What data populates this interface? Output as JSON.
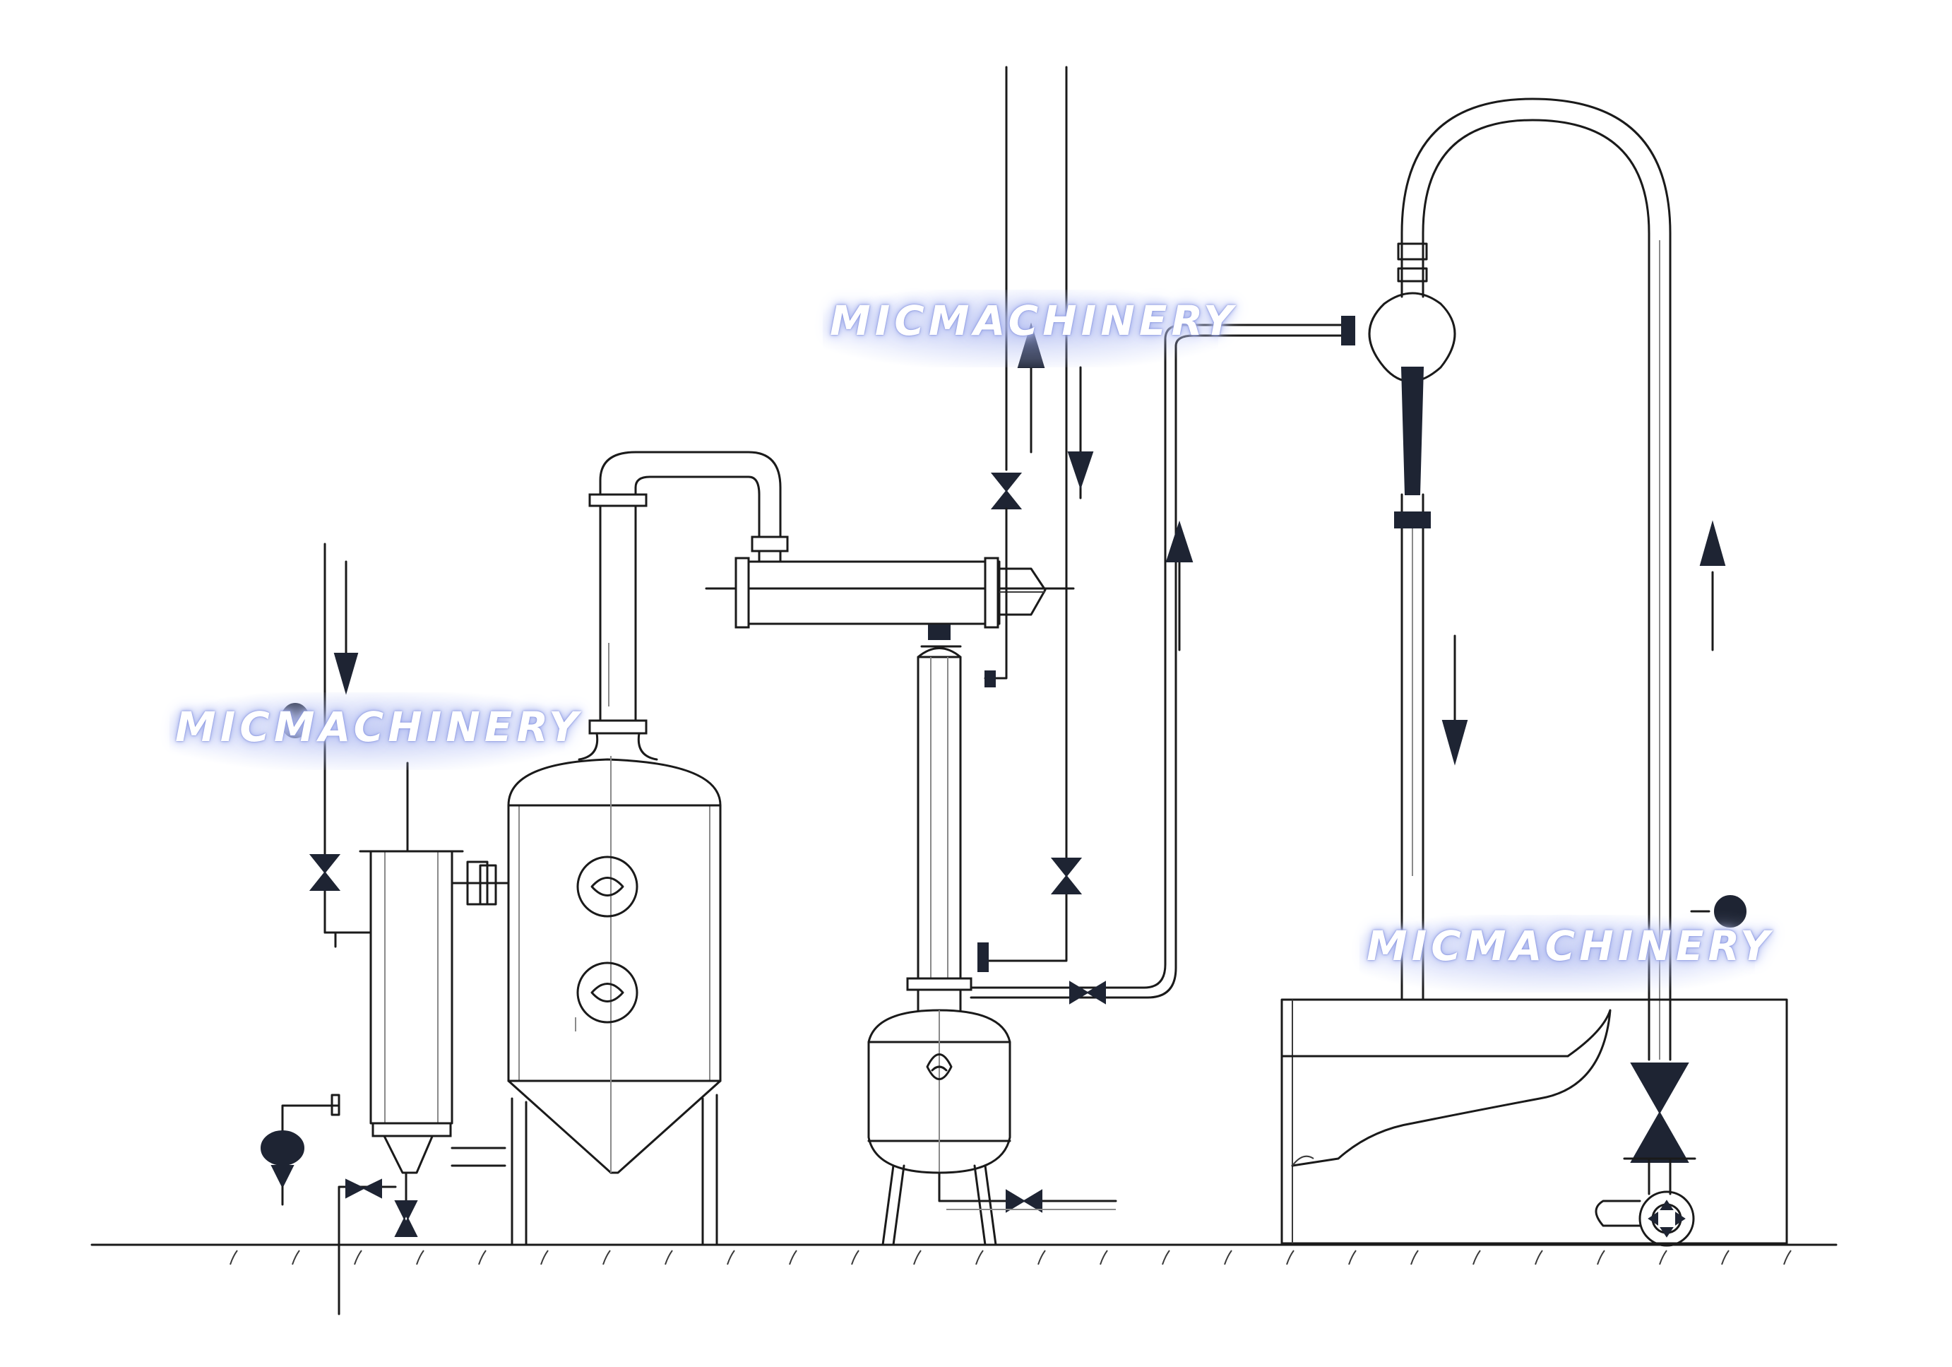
{
  "watermarks": [
    {
      "text": "MICMACHINERY"
    },
    {
      "text": "MICMACHINERY"
    },
    {
      "text": "MICMACHINERY"
    }
  ],
  "colors": {
    "line": "#1a1a1a",
    "component_dark": "#1e2433",
    "watermark_glow": "#9aa6e8",
    "background": "#ffffff"
  },
  "icons": [
    "flow-arrow-icon",
    "valve-icon",
    "pump-icon",
    "sight-glass-icon",
    "pressure-gauge-icon"
  ]
}
